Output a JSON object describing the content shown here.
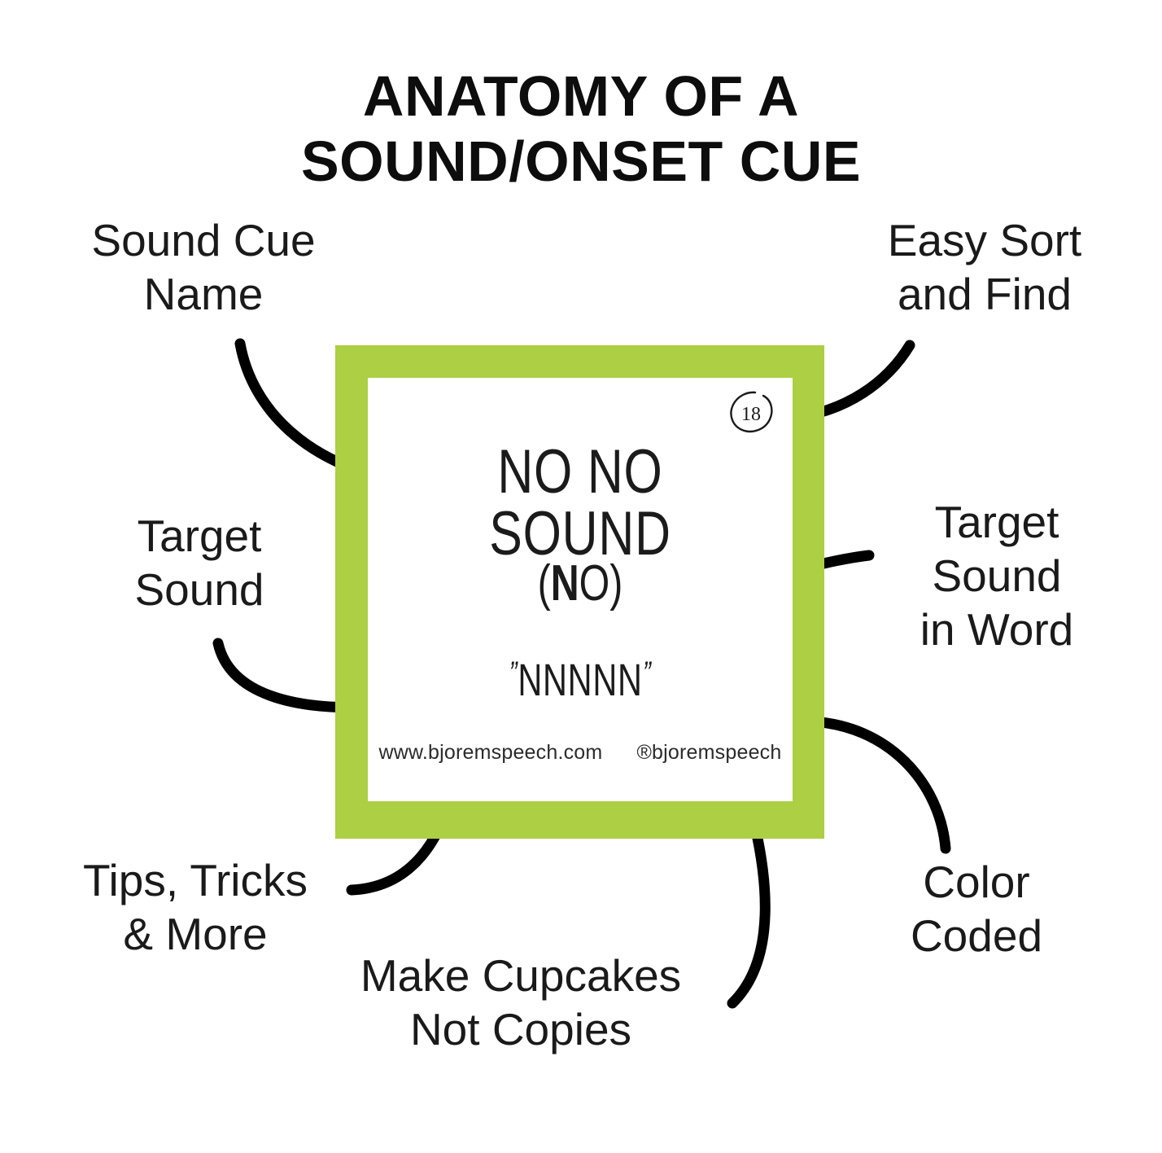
{
  "title": {
    "line1": "ANATOMY OF A",
    "line2": "SOUND/ONSET CUE"
  },
  "callouts": [
    {
      "id": "sound-cue-name",
      "label": "Sound Cue\nName"
    },
    {
      "id": "easy-sort",
      "label": "Easy Sort\nand Find"
    },
    {
      "id": "target-sound",
      "label": "Target\nSound"
    },
    {
      "id": "target-in-word",
      "label": "Target\nSound\nin Word"
    },
    {
      "id": "tips-tricks",
      "label": "Tips, Tricks\n& More"
    },
    {
      "id": "make-cupcakes",
      "label": "Make Cupcakes\nNot Copies"
    },
    {
      "id": "color-coded",
      "label": "Color\nCoded"
    }
  ],
  "card": {
    "border_color": "#accf43",
    "background_color": "#ffffff",
    "badge_number": "18",
    "cue_name": "NO NO SOUND",
    "word_open_paren": "(",
    "word_target_letter": "N",
    "word_rest": "O",
    "word_close_paren": ")",
    "phoneme_open_quote": "”",
    "phoneme": "NNNNN",
    "phoneme_close_quote": "”",
    "website": "www.bjoremspeech.com",
    "handle": "®bjoremspeech"
  }
}
